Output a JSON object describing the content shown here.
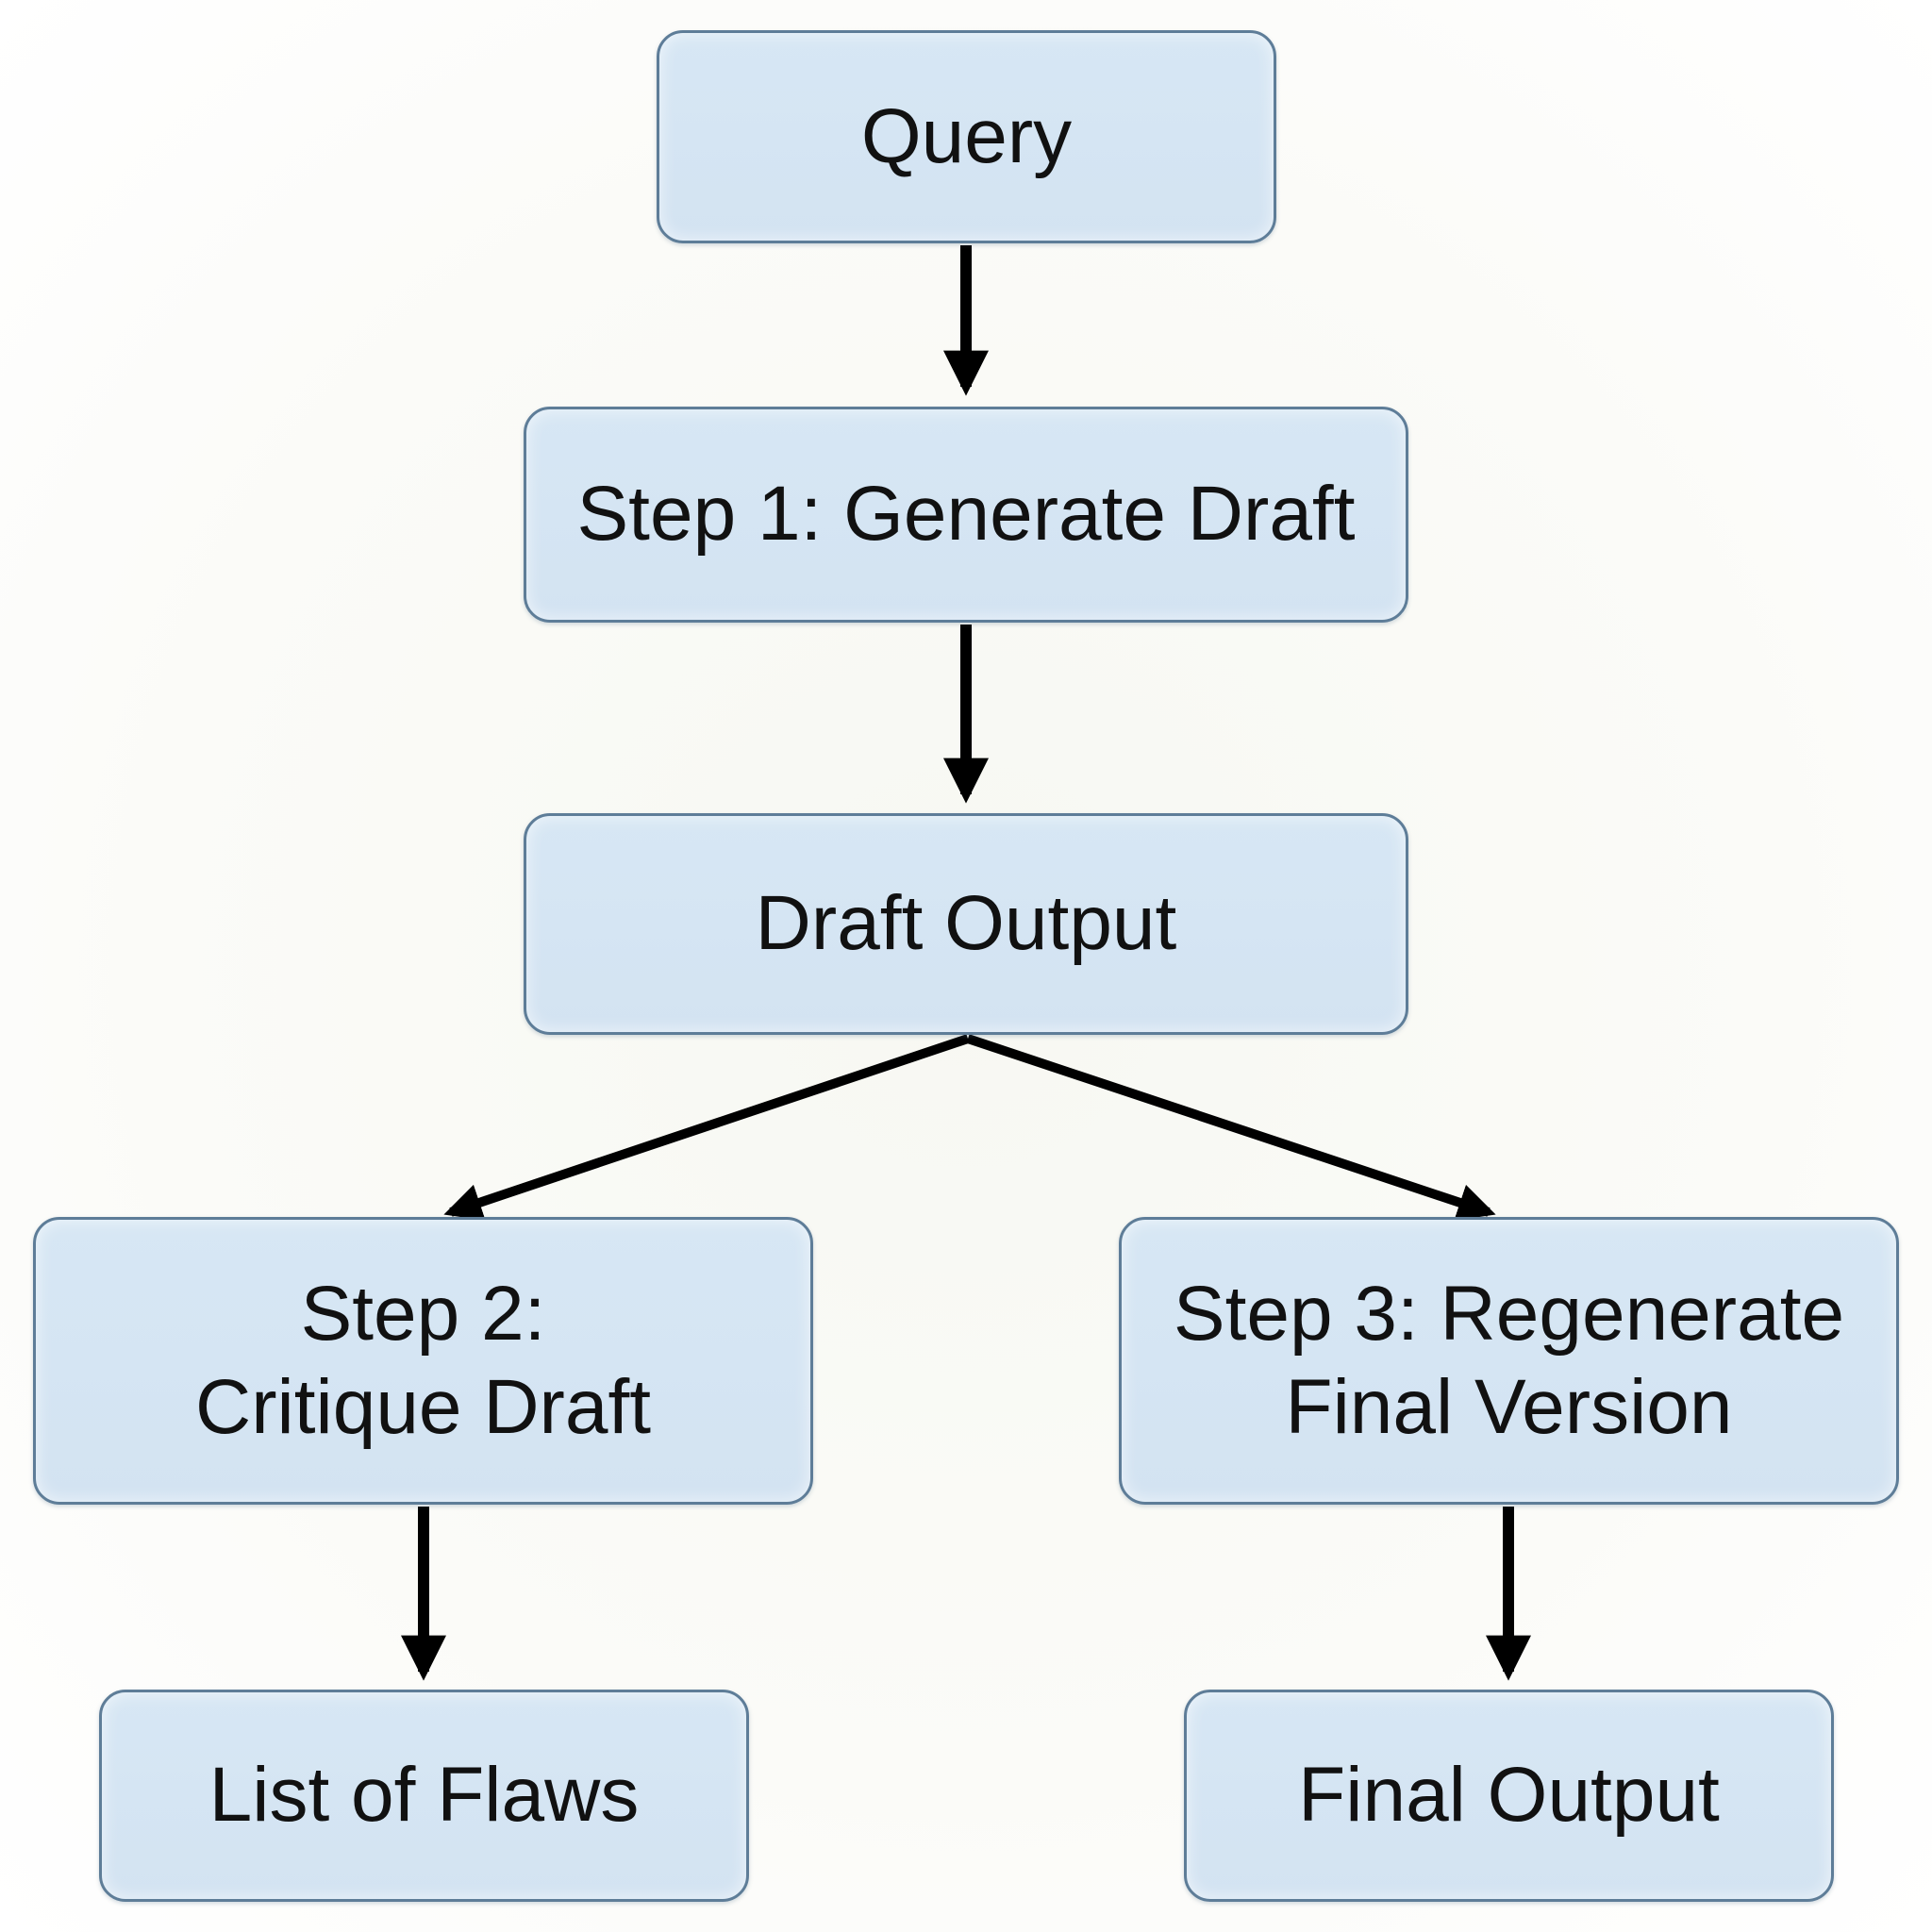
{
  "diagram": {
    "nodes": {
      "query": {
        "label": "Query"
      },
      "step1": {
        "label": "Step 1: Generate Draft"
      },
      "draft_output": {
        "label": "Draft Output"
      },
      "step2": {
        "line1": "Step 2:",
        "line2": "Critique Draft"
      },
      "step3": {
        "line1": "Step 3: Regenerate",
        "line2": "Final Version"
      },
      "list_of_flaws": {
        "label": "List of Flaws"
      },
      "final_output": {
        "label": "Final Output"
      }
    },
    "edges": [
      {
        "from": "query",
        "to": "step1"
      },
      {
        "from": "step1",
        "to": "draft_output"
      },
      {
        "from": "draft_output",
        "to": "step2"
      },
      {
        "from": "draft_output",
        "to": "step3"
      },
      {
        "from": "step2",
        "to": "list_of_flaws"
      },
      {
        "from": "step3",
        "to": "final_output"
      }
    ],
    "colors": {
      "node_fill": "#d6e6f4",
      "node_border": "#5e7d98",
      "arrow": "#000000",
      "text": "#111111"
    }
  }
}
